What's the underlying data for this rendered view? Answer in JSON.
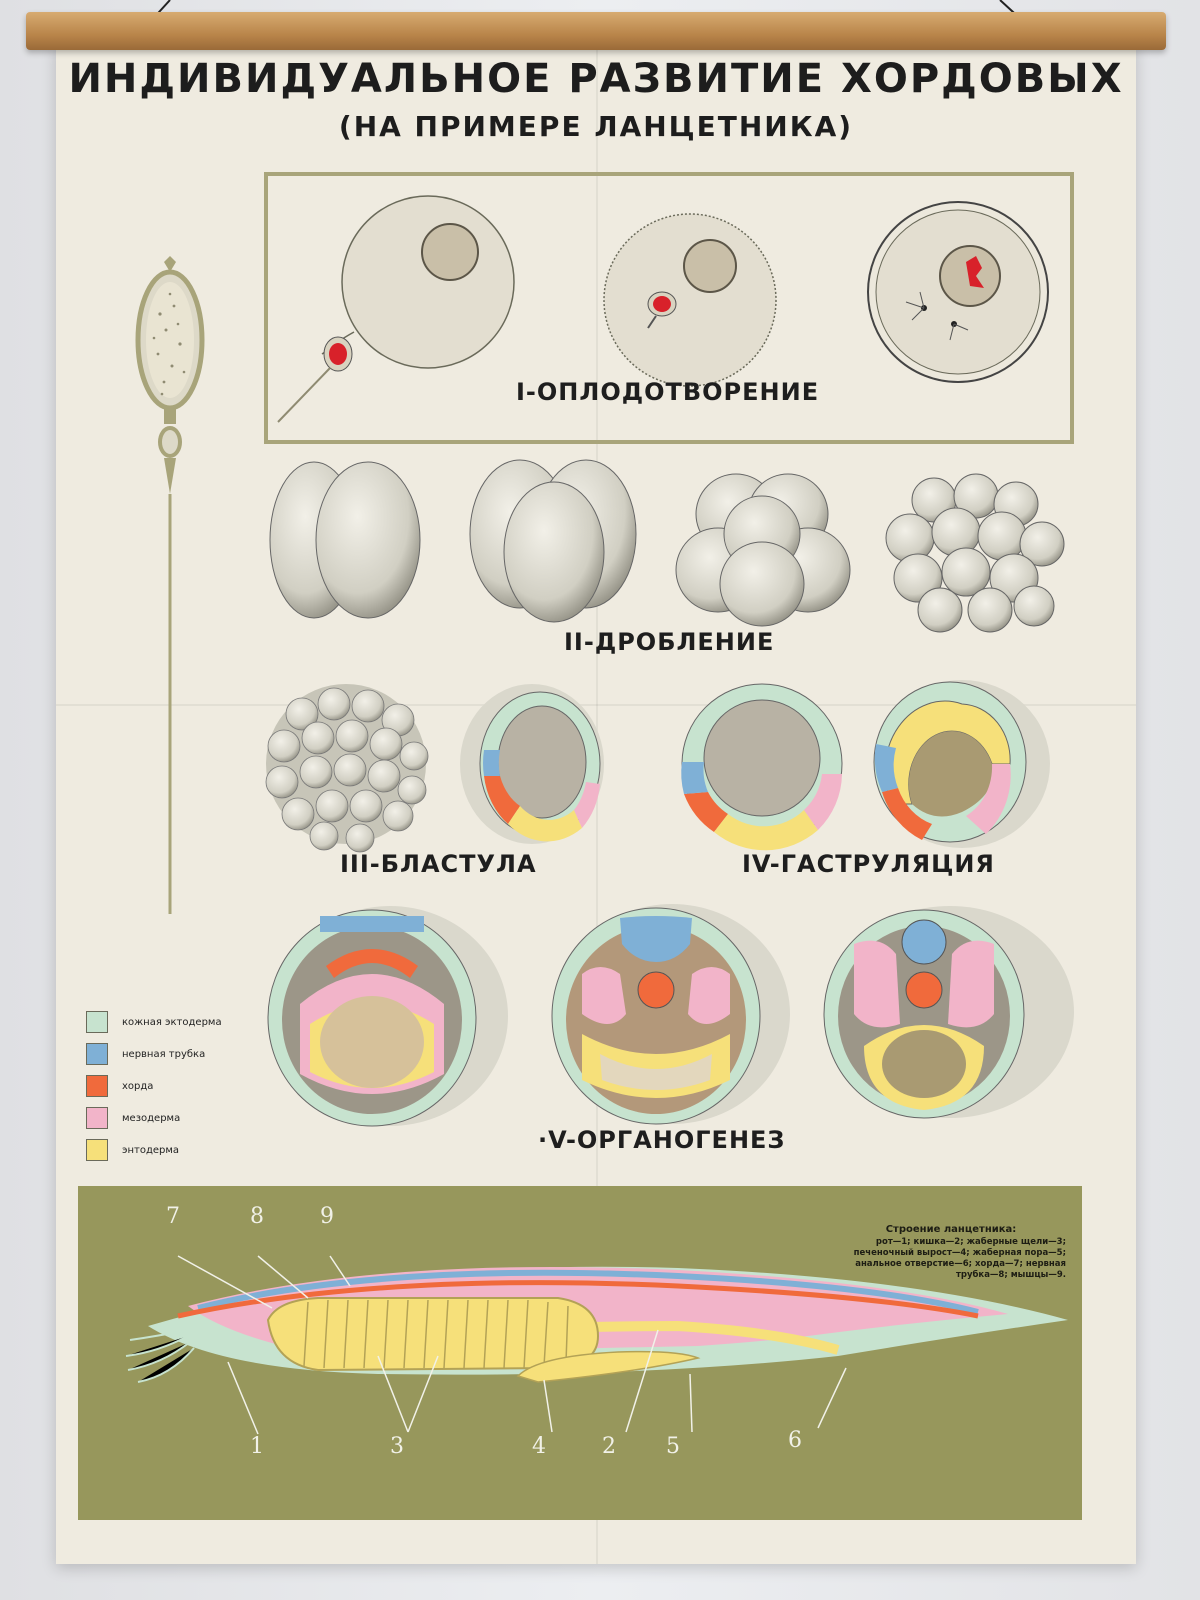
{
  "poster": {
    "title": "ИНДИВИДУАЛЬНОЕ РАЗВИТИЕ ХОРДОВЫХ",
    "subtitle": "(НА ПРИМЕРЕ ЛАНЦЕТНИКА)"
  },
  "stages": [
    {
      "label": "I-ОПЛОДОТВОРЕНИЕ"
    },
    {
      "label": "II-ДРОБЛЕНИЕ"
    },
    {
      "label": "III-БЛАСТУЛА"
    },
    {
      "label": "IV-ГАСТРУЛЯЦИЯ"
    },
    {
      "label": "·V-ОРГАНОГЕНЕЗ"
    }
  ],
  "legend": [
    {
      "label": "кожная эктодерма",
      "color": "#c7e3cf"
    },
    {
      "label": "нервная трубка",
      "color": "#7fb0d6"
    },
    {
      "label": "хорда",
      "color": "#f06a3c"
    },
    {
      "label": "мезодерма",
      "color": "#f2b4c9"
    },
    {
      "label": "энтодерма",
      "color": "#f6e07a"
    }
  ],
  "lancelet": {
    "numbers": [
      "7",
      "8",
      "9",
      "1",
      "3",
      "4",
      "2",
      "5",
      "6"
    ],
    "structure_title": "Строение ланцетника:",
    "structure_text": "рот—1; кишка—2; жаберные щели—3; печеночный вырост—4; жаберная пора—5; анальное отверстие—6; хорда—7; нервная трубка—8; мышцы—9."
  },
  "colors": {
    "ectoderm": "#c7e3cf",
    "neural": "#7fb0d6",
    "chord": "#f06a3c",
    "mesoderm": "#f2b4c9",
    "endoderm": "#f6e07a",
    "panel": "#97975c",
    "frame": "#a8a47a"
  }
}
